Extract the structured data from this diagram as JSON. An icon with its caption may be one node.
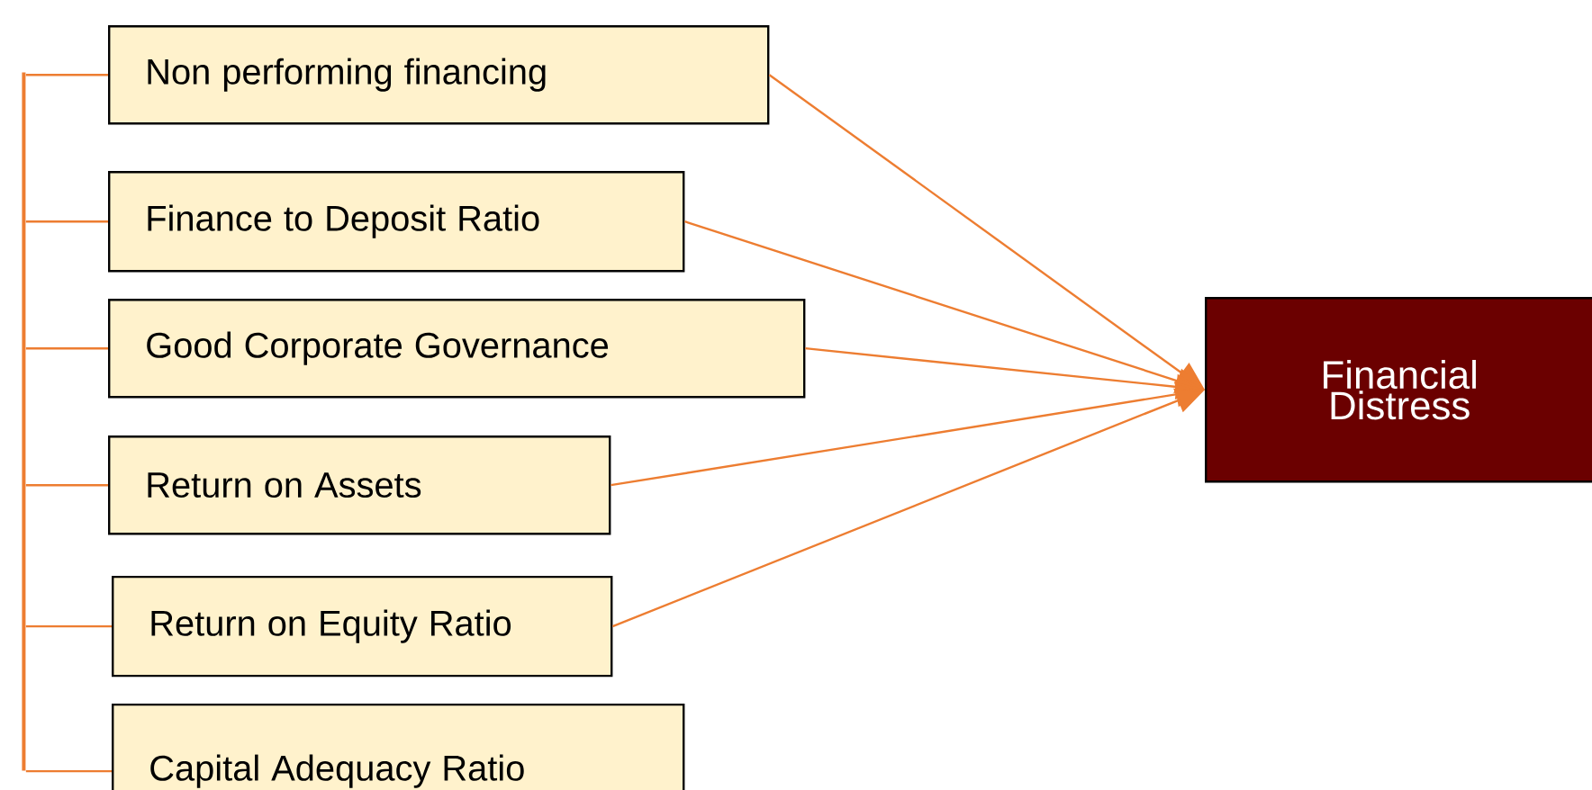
{
  "diagram": {
    "nodes": [
      {
        "text": [
          "Non performing financing"
        ]
      },
      {
        "text": [
          "Finance to Deposit Ratio"
        ]
      },
      {
        "text": [
          "Good Corporate Governance"
        ]
      },
      {
        "text": [
          "Return on Assets"
        ]
      },
      {
        "text": [
          "Return on Equity Ratio"
        ]
      },
      {
        "text": [
          "Capital Adequacy Ratio"
        ]
      },
      {
        "text": [
          "Financial Distress"
        ]
      },
      {
        "text": [],
        "shape": "bar"
      }
    ],
    "edges": [
      {
        "from": 0,
        "to": 6,
        "arrow": "to"
      },
      {
        "from": 1,
        "to": 6,
        "arrow": "to"
      },
      {
        "from": 2,
        "to": 6,
        "arrow": "to"
      },
      {
        "from": 3,
        "to": 6,
        "arrow": "to"
      },
      {
        "from": 4,
        "to": 6,
        "arrow": "to"
      },
      {
        "from": 7,
        "to": 0,
        "arrow": "none"
      },
      {
        "from": 7,
        "to": 1,
        "arrow": "none"
      },
      {
        "from": 7,
        "to": 2,
        "arrow": "none"
      },
      {
        "from": 7,
        "to": 3,
        "arrow": "none"
      },
      {
        "from": 7,
        "to": 4,
        "arrow": "none"
      },
      {
        "from": 7,
        "to": 5,
        "arrow": "none"
      }
    ]
  }
}
